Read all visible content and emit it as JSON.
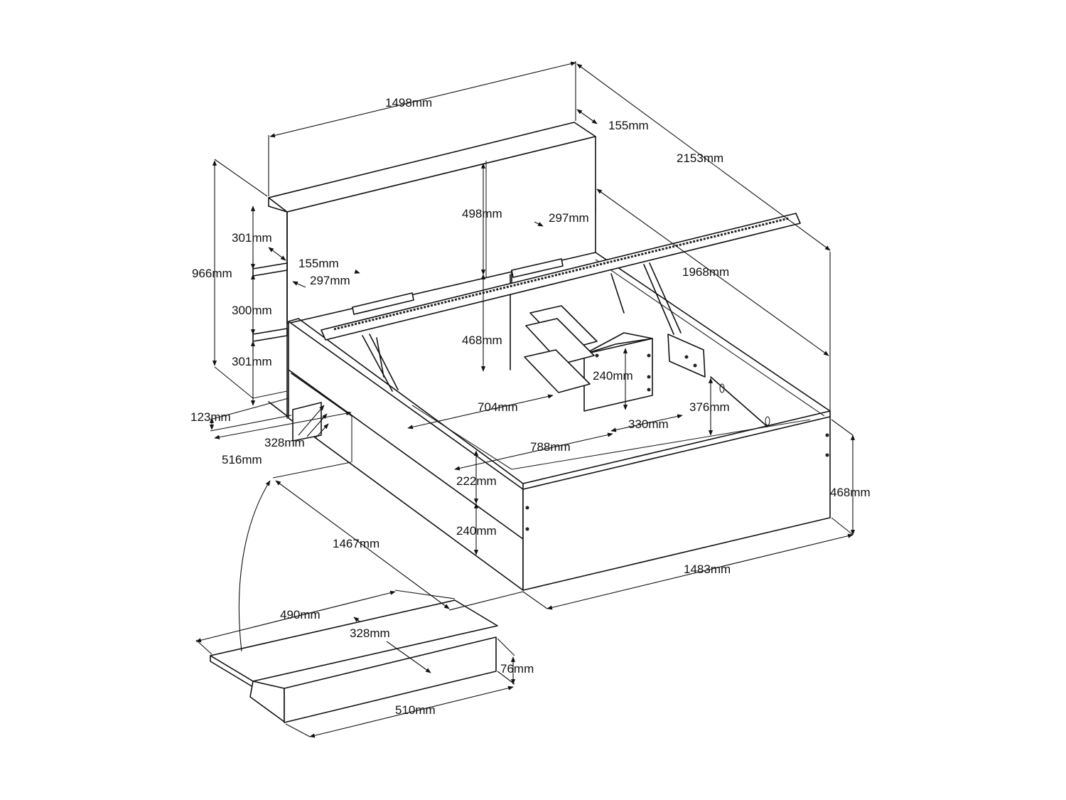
{
  "colors": {
    "line": "#111111",
    "background": "#ffffff"
  },
  "labels": {
    "headboard_width": "1498mm",
    "headboard_depth": "155mm",
    "total_length": "2153mm",
    "headboard_panel_height": "498mm",
    "shelf_depth_top": "297mm",
    "shelf_depth_side": "297mm",
    "shelf_gap_top": "301mm",
    "shelf_gap_middle": "300mm",
    "shelf_gap_bottom": "301mm",
    "shelf_width": "155mm",
    "total_height": "966mm",
    "frame_length": "1968mm",
    "inner_height": "468mm",
    "drawer_front_height": "123mm",
    "drawer_opening": "328mm",
    "drawer_box_length": "516mm",
    "inner_width": "704mm",
    "box_height": "240mm",
    "box_inner_height": "376mm",
    "box_width": "330mm",
    "base_width": "788mm",
    "side_panel_height": "222mm",
    "side_lower_height": "240mm",
    "side_length": "1467mm",
    "foot_width": "1483mm",
    "foot_height": "468mm",
    "drawer_length": "490mm",
    "drawer_inner_width": "328mm",
    "drawer_height": "76mm",
    "drawer_width": "510mm"
  }
}
